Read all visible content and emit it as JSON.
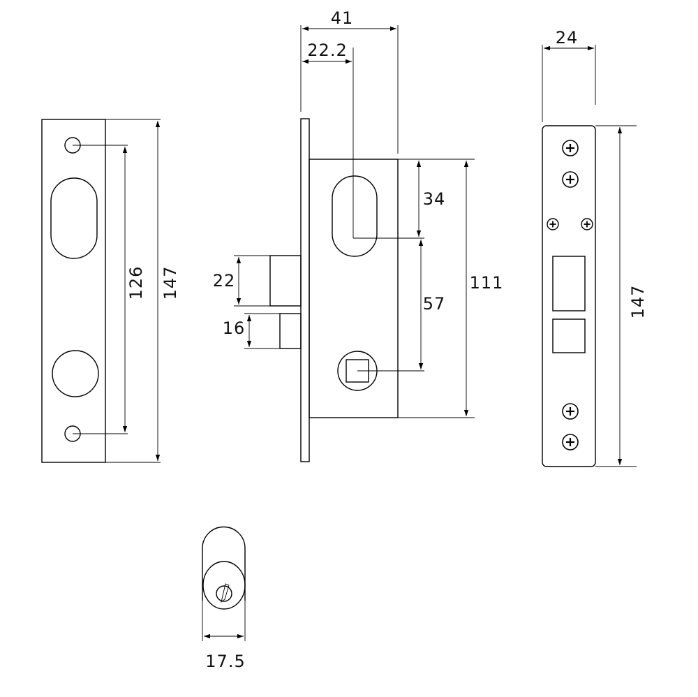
{
  "dimensions": {
    "faceplate_height": "147",
    "faceplate_hole_spacing": "126",
    "body_depth": "41",
    "backset": "22.2",
    "handle_to_center": "34",
    "center_to_square": "57",
    "body_height": "111",
    "latch_height": "22",
    "bolt_height": "16",
    "strike_width": "24",
    "strike_height": "147",
    "cylinder_width": "17.5"
  }
}
